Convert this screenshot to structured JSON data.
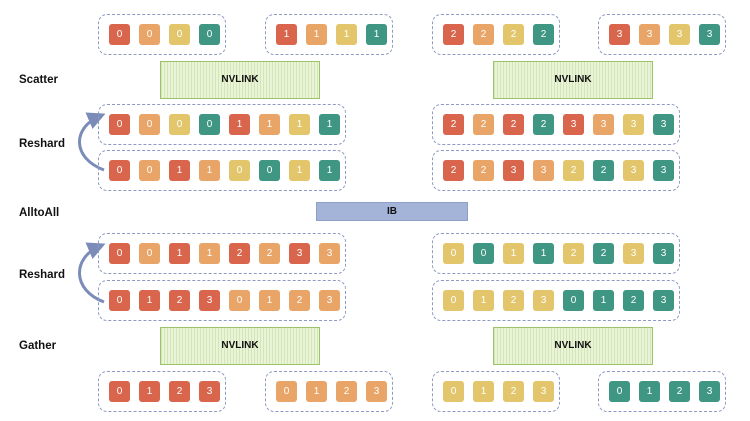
{
  "stage_labels": {
    "scatter": "Scatter",
    "reshard_1": "Reshard",
    "alltoall": "AlltoAll",
    "reshard_2": "Reshard",
    "gather": "Gather"
  },
  "links": {
    "nvlink_top_left": "NVLINK",
    "nvlink_top_right": "NVLINK",
    "ib": "IB",
    "nvlink_bottom_left": "NVLINK",
    "nvlink_bottom_right": "NVLINK"
  },
  "colors": {
    "red": "#d9654c",
    "orange": "#e9a468",
    "yellow": "#e3c56c",
    "teal": "#3e9683",
    "group_border": "#8e9ac4",
    "nvlink_fill": "#eaf4d6",
    "ib_fill": "#a4b4d8"
  },
  "rows": [
    {
      "id": "input",
      "groups": [
        {
          "cells": [
            [
              "0",
              "red"
            ],
            [
              "0",
              "orange"
            ],
            [
              "0",
              "yellow"
            ],
            [
              "0",
              "teal"
            ]
          ]
        },
        {
          "cells": [
            [
              "1",
              "red"
            ],
            [
              "1",
              "orange"
            ],
            [
              "1",
              "yellow"
            ],
            [
              "1",
              "teal"
            ]
          ]
        },
        {
          "cells": [
            [
              "2",
              "red"
            ],
            [
              "2",
              "orange"
            ],
            [
              "2",
              "yellow"
            ],
            [
              "2",
              "teal"
            ]
          ]
        },
        {
          "cells": [
            [
              "3",
              "red"
            ],
            [
              "3",
              "orange"
            ],
            [
              "3",
              "yellow"
            ],
            [
              "3",
              "teal"
            ]
          ]
        }
      ]
    },
    {
      "id": "after-scatter",
      "groups": [
        {
          "cells": [
            [
              "0",
              "red"
            ],
            [
              "0",
              "orange"
            ],
            [
              "0",
              "yellow"
            ],
            [
              "0",
              "teal"
            ],
            [
              "1",
              "red"
            ],
            [
              "1",
              "orange"
            ],
            [
              "1",
              "yellow"
            ],
            [
              "1",
              "teal"
            ]
          ]
        },
        {
          "cells": [
            [
              "2",
              "red"
            ],
            [
              "2",
              "orange"
            ],
            [
              "2",
              "red"
            ],
            [
              "2",
              "teal"
            ],
            [
              "3",
              "red"
            ],
            [
              "3",
              "orange"
            ],
            [
              "3",
              "yellow"
            ],
            [
              "3",
              "teal"
            ]
          ]
        }
      ]
    },
    {
      "id": "after-reshard-1",
      "groups": [
        {
          "cells": [
            [
              "0",
              "red"
            ],
            [
              "0",
              "orange"
            ],
            [
              "1",
              "red"
            ],
            [
              "1",
              "orange"
            ],
            [
              "0",
              "yellow"
            ],
            [
              "0",
              "teal"
            ],
            [
              "1",
              "yellow"
            ],
            [
              "1",
              "teal"
            ]
          ]
        },
        {
          "cells": [
            [
              "2",
              "red"
            ],
            [
              "2",
              "orange"
            ],
            [
              "3",
              "red"
            ],
            [
              "3",
              "orange"
            ],
            [
              "2",
              "yellow"
            ],
            [
              "2",
              "teal"
            ],
            [
              "3",
              "yellow"
            ],
            [
              "3",
              "teal"
            ]
          ]
        }
      ]
    },
    {
      "id": "after-alltoall",
      "groups": [
        {
          "cells": [
            [
              "0",
              "red"
            ],
            [
              "0",
              "orange"
            ],
            [
              "1",
              "red"
            ],
            [
              "1",
              "orange"
            ],
            [
              "2",
              "red"
            ],
            [
              "2",
              "orange"
            ],
            [
              "3",
              "red"
            ],
            [
              "3",
              "orange"
            ]
          ]
        },
        {
          "cells": [
            [
              "0",
              "yellow"
            ],
            [
              "0",
              "teal"
            ],
            [
              "1",
              "yellow"
            ],
            [
              "1",
              "teal"
            ],
            [
              "2",
              "yellow"
            ],
            [
              "2",
              "teal"
            ],
            [
              "3",
              "yellow"
            ],
            [
              "3",
              "teal"
            ]
          ]
        }
      ]
    },
    {
      "id": "after-reshard-2",
      "groups": [
        {
          "cells": [
            [
              "0",
              "red"
            ],
            [
              "1",
              "red"
            ],
            [
              "2",
              "red"
            ],
            [
              "3",
              "red"
            ],
            [
              "0",
              "orange"
            ],
            [
              "1",
              "orange"
            ],
            [
              "2",
              "orange"
            ],
            [
              "3",
              "orange"
            ]
          ]
        },
        {
          "cells": [
            [
              "0",
              "yellow"
            ],
            [
              "1",
              "yellow"
            ],
            [
              "2",
              "yellow"
            ],
            [
              "3",
              "yellow"
            ],
            [
              "0",
              "teal"
            ],
            [
              "1",
              "teal"
            ],
            [
              "2",
              "teal"
            ],
            [
              "3",
              "teal"
            ]
          ]
        }
      ]
    },
    {
      "id": "output",
      "groups": [
        {
          "cells": [
            [
              "0",
              "red"
            ],
            [
              "1",
              "red"
            ],
            [
              "2",
              "red"
            ],
            [
              "3",
              "red"
            ]
          ]
        },
        {
          "cells": [
            [
              "0",
              "orange"
            ],
            [
              "1",
              "orange"
            ],
            [
              "2",
              "orange"
            ],
            [
              "3",
              "orange"
            ]
          ]
        },
        {
          "cells": [
            [
              "0",
              "yellow"
            ],
            [
              "1",
              "yellow"
            ],
            [
              "2",
              "yellow"
            ],
            [
              "3",
              "yellow"
            ]
          ]
        },
        {
          "cells": [
            [
              "0",
              "teal"
            ],
            [
              "1",
              "teal"
            ],
            [
              "2",
              "teal"
            ],
            [
              "3",
              "teal"
            ]
          ]
        }
      ]
    }
  ]
}
